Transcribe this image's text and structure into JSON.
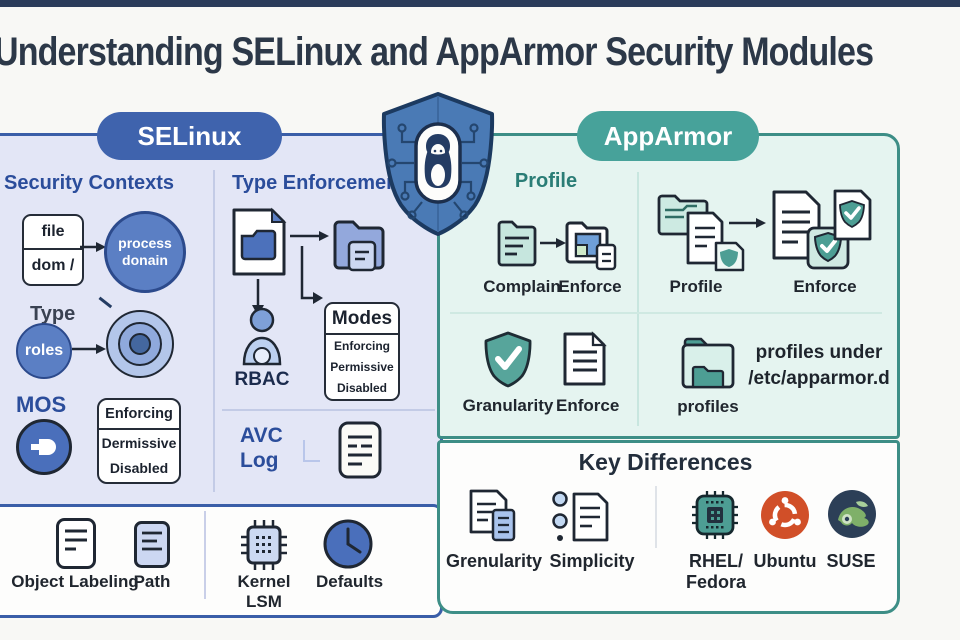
{
  "title": "Understanding SELinux and AppArmor Security Modules",
  "colors": {
    "selinux_blue": "#3f63ad",
    "selinux_panel_bg": "#e3e6f6",
    "selinux_border": "#3a5ea8",
    "selinux_heading": "#2b4d9b",
    "apparmor_teal": "#47a29a",
    "apparmor_panel_bg": "#e5f4f0",
    "apparmor_border": "#3d8e86",
    "apparmor_heading": "#2a7d76",
    "title_color": "#2c3848",
    "label_color": "#20262e",
    "ubuntu_orange": "#d14f28",
    "suse_navy": "#2c3f57",
    "suse_green": "#7fb069",
    "chip_teal": "#4d9e94"
  },
  "selinux": {
    "header": "SELinux",
    "security_contexts": {
      "title": "Security Contexts",
      "file_box_top": "file",
      "file_box_bottom": "dom /",
      "process_domain_line1": "process",
      "process_domain_line2": "donain",
      "type_label": "Type",
      "roles_label": "roles",
      "mos_label": "MOS",
      "mode_list": [
        "Enforcing",
        "Dermissive",
        "Disabled"
      ]
    },
    "type_enforcement": {
      "title": "Type Enforcemen",
      "rbac_label": "RBAC",
      "modes_title": "Modes",
      "modes_items": [
        "Enforcing",
        "Permissive",
        "Disabled"
      ],
      "avc_line1": "AVC",
      "avc_line2": "Log"
    },
    "footer_items": [
      {
        "label": "Object Labeling",
        "icon": "document-icon"
      },
      {
        "label": "Path",
        "icon": "document-blue-icon"
      },
      {
        "label": "Kernel LSM",
        "icon": "chip-icon"
      },
      {
        "label": "Defaults",
        "icon": "clock-icon"
      }
    ]
  },
  "apparmor": {
    "header": "AppArmor",
    "profile_section_title": "Profile",
    "complain_label": "Complain",
    "enforce_label_top_left": "Enforce",
    "profile_label": "Profile",
    "enforce_label_top_right": "Enforce",
    "granularity_label": "Granularity",
    "enforce_label_bottom": "Enforce",
    "profiles_label": "profiles",
    "profiles_path_text": "profiles under /etc/apparmor.d"
  },
  "key_differences": {
    "title": "Key Differences",
    "items": [
      {
        "label": "Grenularity",
        "icon": "documents-icon"
      },
      {
        "label": "Simplicity",
        "icon": "bullet-list-icon"
      },
      {
        "label": "RHEL/Fedora",
        "line1": "RHEL/",
        "line2": "Fedora",
        "icon": "chip-icon"
      },
      {
        "label": "Ubuntu",
        "icon": "ubuntu-logo-icon"
      },
      {
        "label": "SUSE",
        "icon": "suse-logo-icon"
      }
    ]
  },
  "center": {
    "icon": "shield-tux-icon"
  }
}
